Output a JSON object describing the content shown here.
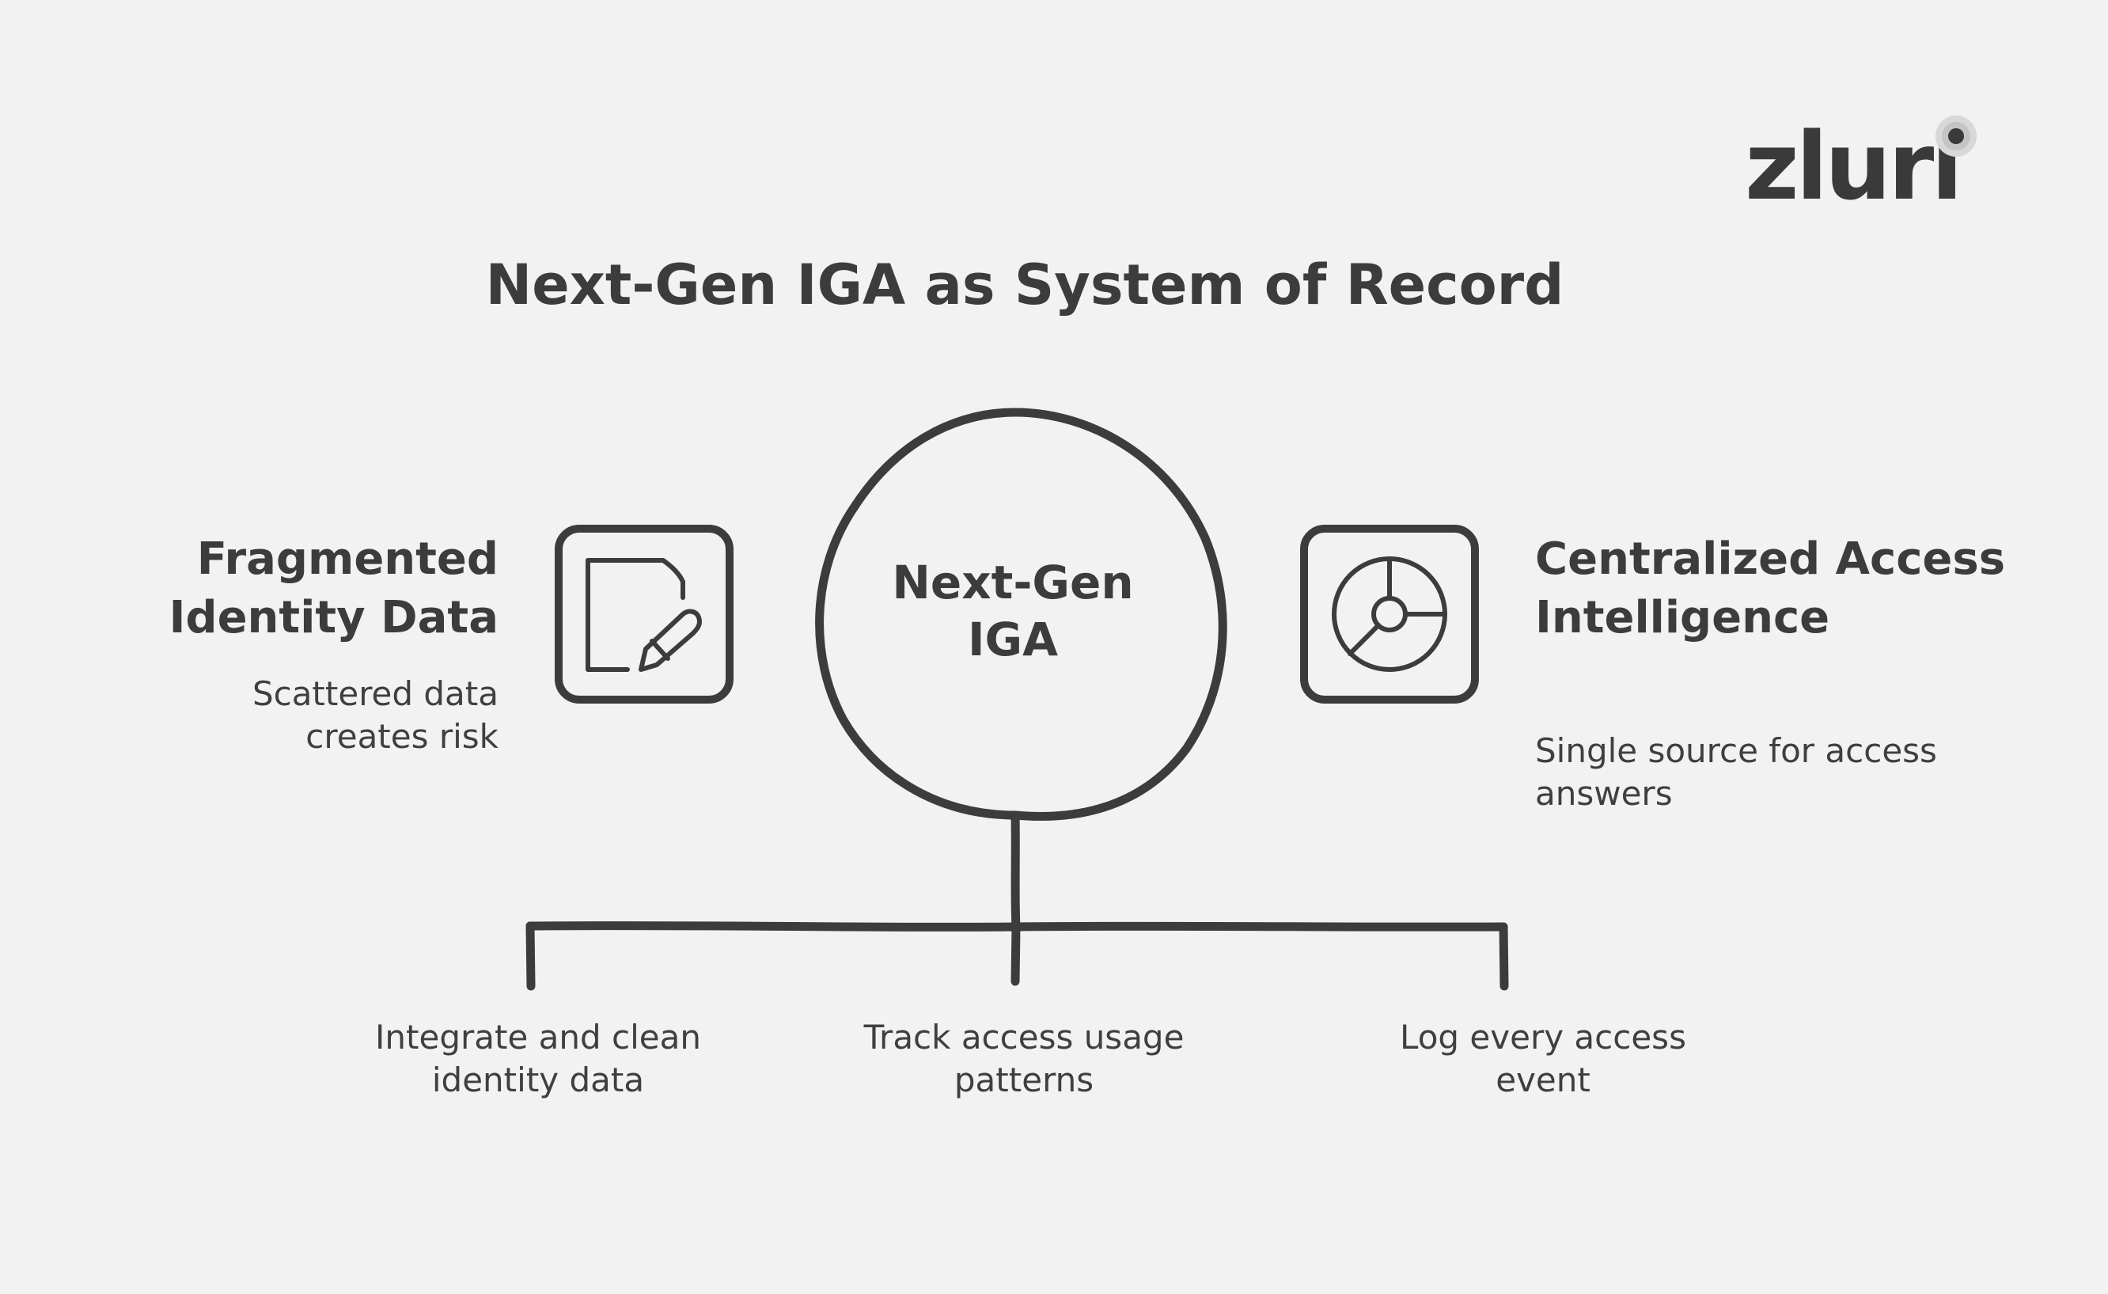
{
  "logo": {
    "text": "zluri"
  },
  "title": "Next-Gen IGA as System of Record",
  "center": {
    "label": "Next-Gen IGA"
  },
  "left": {
    "heading": "Fragmented Identity Data",
    "description": "Scattered data creates risk",
    "icon": "document-edit-icon"
  },
  "right": {
    "heading": "Centralized Access Intelligence",
    "description": "Single source for access answers",
    "icon": "pie-chart-icon"
  },
  "steps": [
    {
      "label": "Integrate and clean identity data"
    },
    {
      "label": "Track access usage patterns"
    },
    {
      "label": "Log every access event"
    }
  ],
  "colors": {
    "background": "#f2f2f2",
    "stroke": "#3c3c3c",
    "text": "#3c3c3c"
  }
}
